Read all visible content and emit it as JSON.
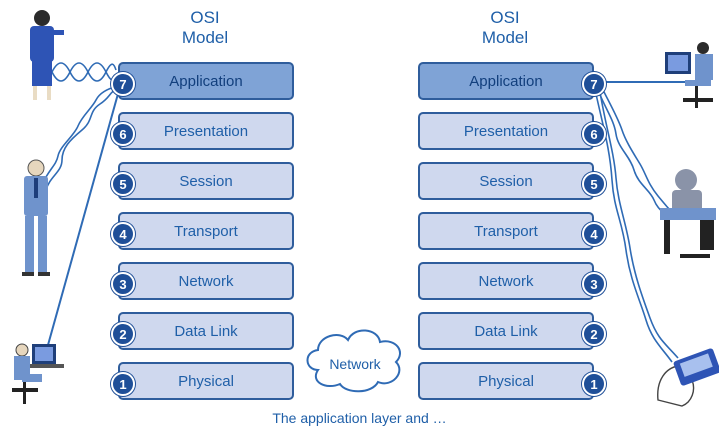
{
  "left_stack": {
    "title_line1": "OSI",
    "title_line2": "Model",
    "layers": [
      {
        "label": "Application",
        "number": "7"
      },
      {
        "label": "Presentation",
        "number": "6"
      },
      {
        "label": "Session",
        "number": "5"
      },
      {
        "label": "Transport",
        "number": "4"
      },
      {
        "label": "Network",
        "number": "3"
      },
      {
        "label": "Data Link",
        "number": "2"
      },
      {
        "label": "Physical",
        "number": "1"
      }
    ]
  },
  "right_stack": {
    "title_line1": "OSI",
    "title_line2": "Model",
    "layers": [
      {
        "label": "Application",
        "number": "7"
      },
      {
        "label": "Presentation",
        "number": "6"
      },
      {
        "label": "Session",
        "number": "5"
      },
      {
        "label": "Transport",
        "number": "4"
      },
      {
        "label": "Network",
        "number": "3"
      },
      {
        "label": "Data Link",
        "number": "2"
      },
      {
        "label": "Physical",
        "number": "1"
      }
    ]
  },
  "network_cloud": {
    "label": "Network"
  },
  "caption": "The application layer and …",
  "colors": {
    "box_fill": "#cfd8ee",
    "box_top_fill": "#7fa3d6",
    "border": "#2f5d9c",
    "text": "#1f5fa8",
    "badge": "#1f4f98"
  },
  "icons": [
    "businesswoman-icon",
    "businessman-icon",
    "desktop-user-icon",
    "office-user-icon",
    "pda-hand-icon",
    "network-cloud-icon"
  ]
}
